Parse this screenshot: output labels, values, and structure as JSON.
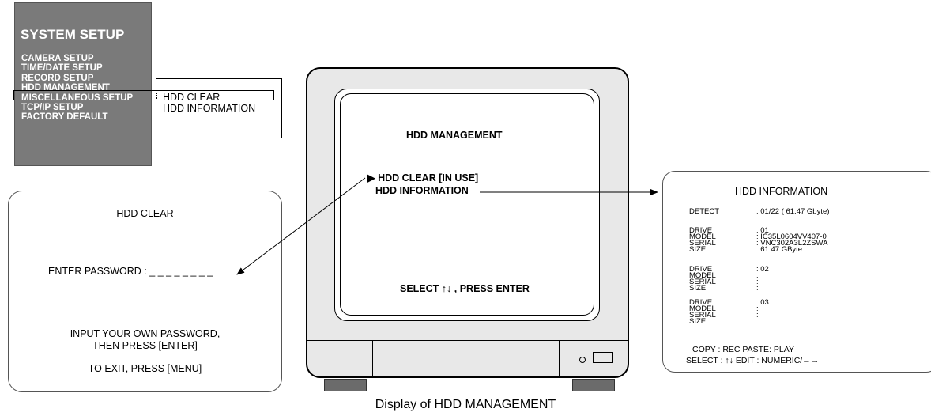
{
  "system_setup": {
    "title": "SYSTEM SETUP",
    "items": [
      "CAMERA SETUP",
      "TIME/DATE SETUP",
      "RECORD SETUP",
      "HDD MANAGEMENT",
      "MISCELLANEOUS SETUP",
      "TCP/IP SETUP",
      "FACTORY DEFAULT"
    ],
    "submenu": [
      "HDD CLEAR",
      "HDD INFORMATION"
    ]
  },
  "screen": {
    "title": "HDD MANAGEMENT",
    "options": [
      "HDD CLEAR [IN USE]",
      "HDD INFORMATION"
    ],
    "footer": "SELECT ↑↓ , PRESS ENTER"
  },
  "hdd_clear": {
    "title": "HDD CLEAR",
    "password_label": "ENTER PASSWORD  :",
    "password_value": "_ _ _ _ _ _ _ _",
    "instruction_1": "INPUT YOUR OWN PASSWORD,",
    "instruction_2": "THEN PRESS [ENTER]",
    "exit_hint": "TO EXIT, PRESS [MENU]"
  },
  "hdd_info": {
    "title": "HDD INFORMATION",
    "detect_label": "DETECT",
    "detect_value": ": 01/22 (  61.47 Gbyte)",
    "drives": [
      {
        "labels": [
          "DRIVE",
          "MODEL",
          "SERIAL",
          "SIZE"
        ],
        "values": [
          ": 01",
          ": IC35L0604VV407-0",
          ":            VNC302A3L2ZSWA",
          ": 61.47 GByte"
        ]
      },
      {
        "labels": [
          "DRIVE",
          "MODEL",
          "SERIAL",
          "SIZE"
        ],
        "values": [
          ": 02",
          ":",
          ":",
          ":"
        ]
      },
      {
        "labels": [
          "DRIVE",
          "MODEL",
          "SERIAL",
          "SIZE"
        ],
        "values": [
          ": 03",
          ":",
          ":",
          ":"
        ]
      }
    ],
    "footer_1": "COPY    : REC    PASTE: PLAY",
    "footer_2": "SELECT :  ↑↓    EDIT   : NUMERIC/←→"
  },
  "caption": "Display of HDD MANAGEMENT",
  "colors": {
    "menu_bg": "#7a7a7a",
    "menu_text": "#ffffff",
    "monitor_body": "#e8e8e8",
    "monitor_feet": "#6b6b6b"
  }
}
